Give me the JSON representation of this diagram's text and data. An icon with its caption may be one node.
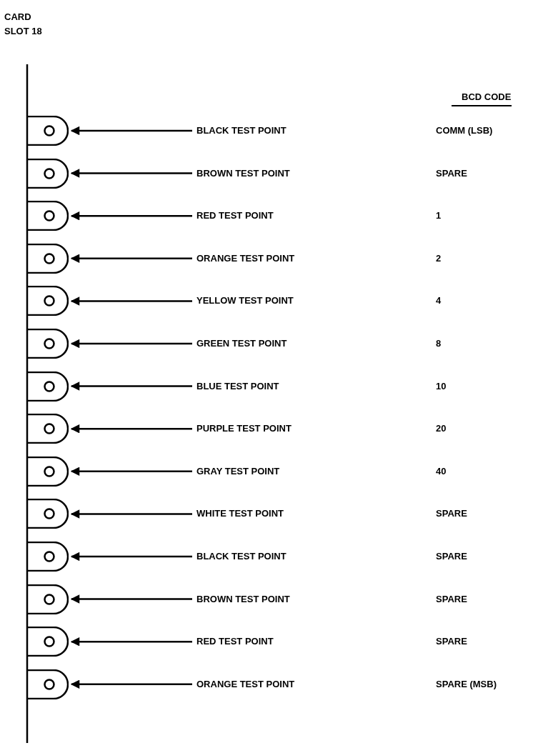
{
  "diagram": {
    "nodes": [
      {
        "text": [],
        "shape": "tab"
      },
      {
        "text": [
          "BLACK TEST POINT"
        ]
      },
      {
        "text": [],
        "shape": "tab"
      },
      {
        "text": [
          "BROWN TEST POINT"
        ]
      },
      {
        "text": [],
        "shape": "tab"
      },
      {
        "text": [
          "RED TEST POINT"
        ]
      },
      {
        "text": [],
        "shape": "tab"
      },
      {
        "text": [
          "ORANGE TEST POINT"
        ]
      },
      {
        "text": [],
        "shape": "tab"
      },
      {
        "text": [
          "YELLOW TEST POINT"
        ]
      },
      {
        "text": [],
        "shape": "tab"
      },
      {
        "text": [
          "GREEN TEST POINT"
        ]
      },
      {
        "text": [],
        "shape": "tab"
      },
      {
        "text": [
          "BLUE TEST POINT"
        ]
      },
      {
        "text": [],
        "shape": "tab"
      },
      {
        "text": [
          "PURPLE TEST POINT"
        ]
      },
      {
        "text": [],
        "shape": "tab"
      },
      {
        "text": [
          "GRAY TEST POINT"
        ]
      },
      {
        "text": [],
        "shape": "tab"
      },
      {
        "text": [
          "WHITE TEST POINT"
        ]
      },
      {
        "text": [],
        "shape": "tab"
      },
      {
        "text": [
          "BLACK TEST POINT"
        ]
      },
      {
        "text": [],
        "shape": "tab"
      },
      {
        "text": [
          "BROWN TEST POINT"
        ]
      },
      {
        "text": [],
        "shape": "tab"
      },
      {
        "text": [
          "RED TEST POINT"
        ]
      },
      {
        "text": [],
        "shape": "tab"
      },
      {
        "text": [
          "ORANGE TEST POINT"
        ]
      }
    ],
    "edges": [
      {
        "from": 1,
        "to": 0,
        "arrow": "to"
      },
      {
        "from": 3,
        "to": 2,
        "arrow": "to"
      },
      {
        "from": 5,
        "to": 4,
        "arrow": "to"
      },
      {
        "from": 7,
        "to": 6,
        "arrow": "to"
      },
      {
        "from": 9,
        "to": 8,
        "arrow": "to"
      },
      {
        "from": 11,
        "to": 10,
        "arrow": "to"
      },
      {
        "from": 13,
        "to": 12,
        "arrow": "to"
      },
      {
        "from": 15,
        "to": 14,
        "arrow": "to"
      },
      {
        "from": 17,
        "to": 16,
        "arrow": "to"
      },
      {
        "from": 19,
        "to": 18,
        "arrow": "to"
      },
      {
        "from": 21,
        "to": 20,
        "arrow": "to"
      },
      {
        "from": 23,
        "to": 22,
        "arrow": "to"
      },
      {
        "from": 25,
        "to": 24,
        "arrow": "to"
      },
      {
        "from": 27,
        "to": 26,
        "arrow": "to"
      }
    ],
    "labels": [
      "CARD SLOT 18",
      "BCD CODE",
      "COMM (LSB)",
      "SPARE",
      "1",
      "2",
      "4",
      "8",
      "10",
      "20",
      "40",
      "SPARE",
      "SPARE",
      "SPARE",
      "SPARE",
      "SPARE (MSB)"
    ]
  }
}
